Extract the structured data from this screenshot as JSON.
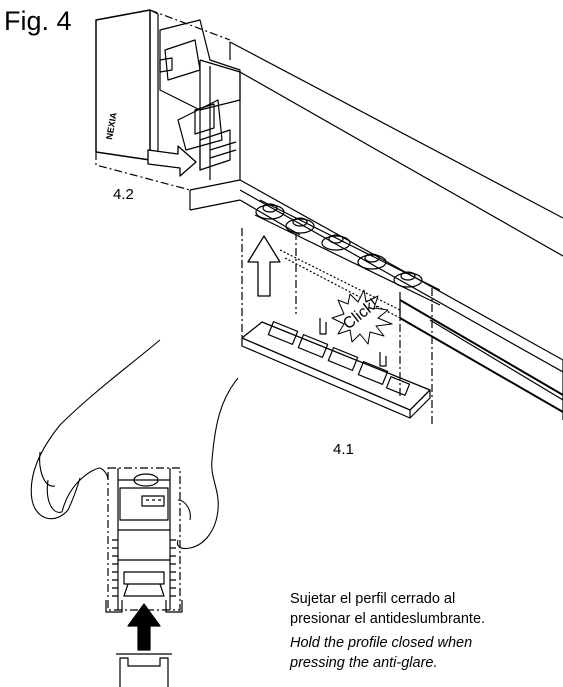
{
  "figure": {
    "title": "Fig. 4",
    "step_4_2": "4.2",
    "step_4_1": "4.1",
    "click_text": "Click!",
    "brand_text": "NEXIA"
  },
  "instructions": {
    "es_line1": "Sujetar el perfil cerrado al",
    "es_line2": "presionar el antideslumbrante.",
    "en_line1": "Hold the profile closed when",
    "en_line2": "pressing the anti-glare."
  }
}
